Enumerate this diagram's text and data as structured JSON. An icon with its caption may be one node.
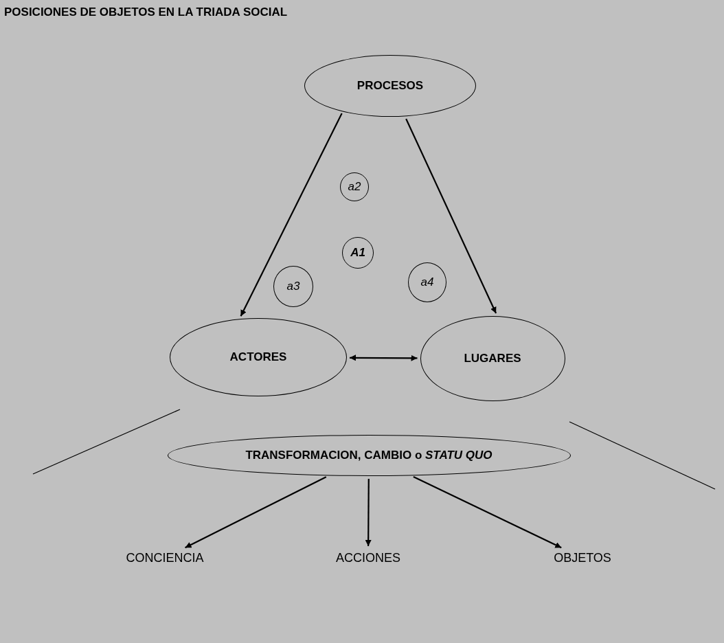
{
  "diagram": {
    "title": "POSICIONES DE OBJETOS EN LA TRIADA SOCIAL",
    "nodes": [
      {
        "text": [
          "PROCESOS"
        ]
      },
      {
        "text": [
          "a2"
        ]
      },
      {
        "text": [
          "A1"
        ]
      },
      {
        "text": [
          "a3"
        ]
      },
      {
        "text": [
          "a4"
        ]
      },
      {
        "text": [
          "ACTORES"
        ]
      },
      {
        "text": [
          "LUGARES"
        ]
      },
      {
        "text": [
          "TRANSFORMACION, CAMBIO o *STATU QUO*"
        ]
      },
      {
        "text": [
          "CONCIENCIA"
        ]
      },
      {
        "text": [
          "ACCIONES"
        ]
      },
      {
        "text": [
          "OBJETOS"
        ]
      }
    ],
    "edges": [
      {
        "from": 0,
        "to": 5,
        "arrow": "to"
      },
      {
        "from": 0,
        "to": 6,
        "arrow": "to"
      },
      {
        "from": 5,
        "to": 6,
        "arrow": "both"
      },
      {
        "from": 7,
        "to": 8,
        "arrow": "to"
      },
      {
        "from": 7,
        "to": 9,
        "arrow": "to"
      },
      {
        "from": 7,
        "to": 10,
        "arrow": "to"
      }
    ]
  }
}
